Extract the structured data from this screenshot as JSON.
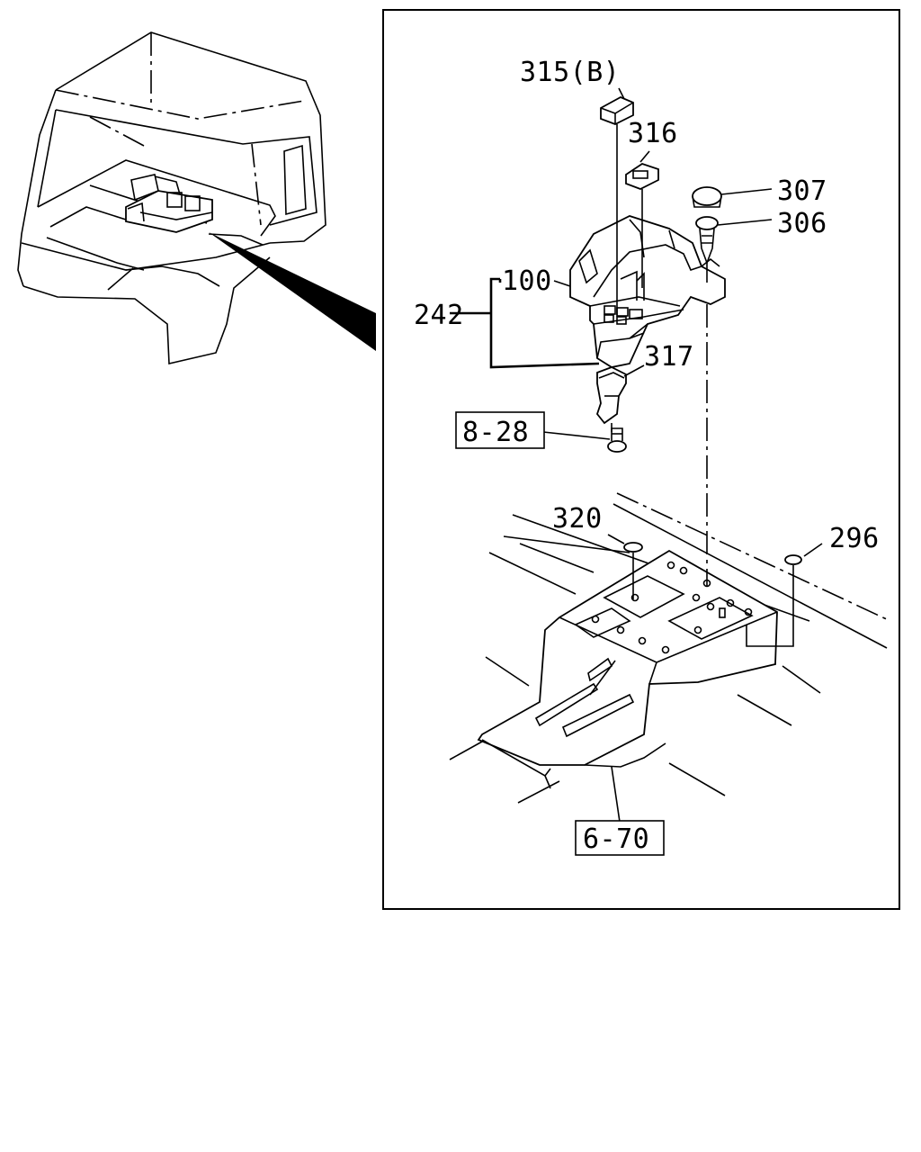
{
  "labels": {
    "l315": "315(B)",
    "l316": "316",
    "l307": "307",
    "l306": "306",
    "l100": "100",
    "l242": "242",
    "l317": "317",
    "l828": "8-28",
    "l320": "320",
    "l296": "296",
    "l670": "6-70"
  }
}
